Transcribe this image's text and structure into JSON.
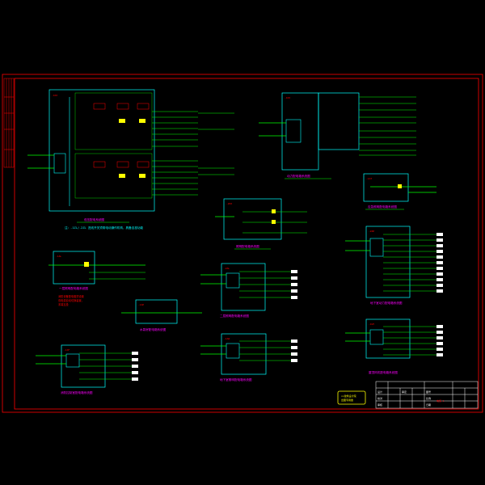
{
  "colors": {
    "background": "#000000",
    "frame": "#ff0000",
    "box": "#00ffff",
    "wire": "#00ff00",
    "device": "#ff0000",
    "caption": "#ff00ff",
    "note": "#ffff00"
  },
  "notes": {
    "main_note": "注：-1ZL/-2ZL 进线开关须带电动操作机构，具备自投功能",
    "small_red_note": [
      "消防设备配电箱须设置",
      "双电源自动切换装置，",
      "末端互投"
    ]
  },
  "title_block": {
    "drawing_no": "电施-1",
    "fields": [
      "设计",
      "校对",
      "审核",
      "审定",
      "图号",
      "比例",
      "日期"
    ]
  },
  "seal": {
    "lines": [
      "××建筑设计院",
      "出图专用章"
    ]
  },
  "panels": [
    {
      "id": "main",
      "title": "-1KX",
      "caption": "低压配电系统图"
    },
    {
      "id": "tr",
      "title": "-1KX",
      "caption": "动力配电箱系统图"
    },
    {
      "id": "p1",
      "title": "-2KX",
      "caption": "照明配电箱系统图"
    },
    {
      "id": "p2",
      "title": "-1AT",
      "caption": "应急照明配电箱系统图"
    },
    {
      "id": "p3",
      "title": "-1AL",
      "caption": "一层照明配电箱系统图"
    },
    {
      "id": "p4",
      "title": "-1AP",
      "caption": "水泵房配电箱系统图"
    },
    {
      "id": "p5",
      "title": "-2AL",
      "caption": "二层照明配电箱系统图"
    },
    {
      "id": "p6",
      "title": "-1AW",
      "caption": "地下室照明配电箱系统图"
    },
    {
      "id": "p7",
      "title": "-1XF",
      "caption": "消防控制室配电箱系统图"
    },
    {
      "id": "p8",
      "title": "-2AP",
      "caption": "地下室动力配电箱系统图"
    },
    {
      "id": "p9",
      "title": "-1WY",
      "caption": "屋顶风机配电箱系统图"
    }
  ]
}
